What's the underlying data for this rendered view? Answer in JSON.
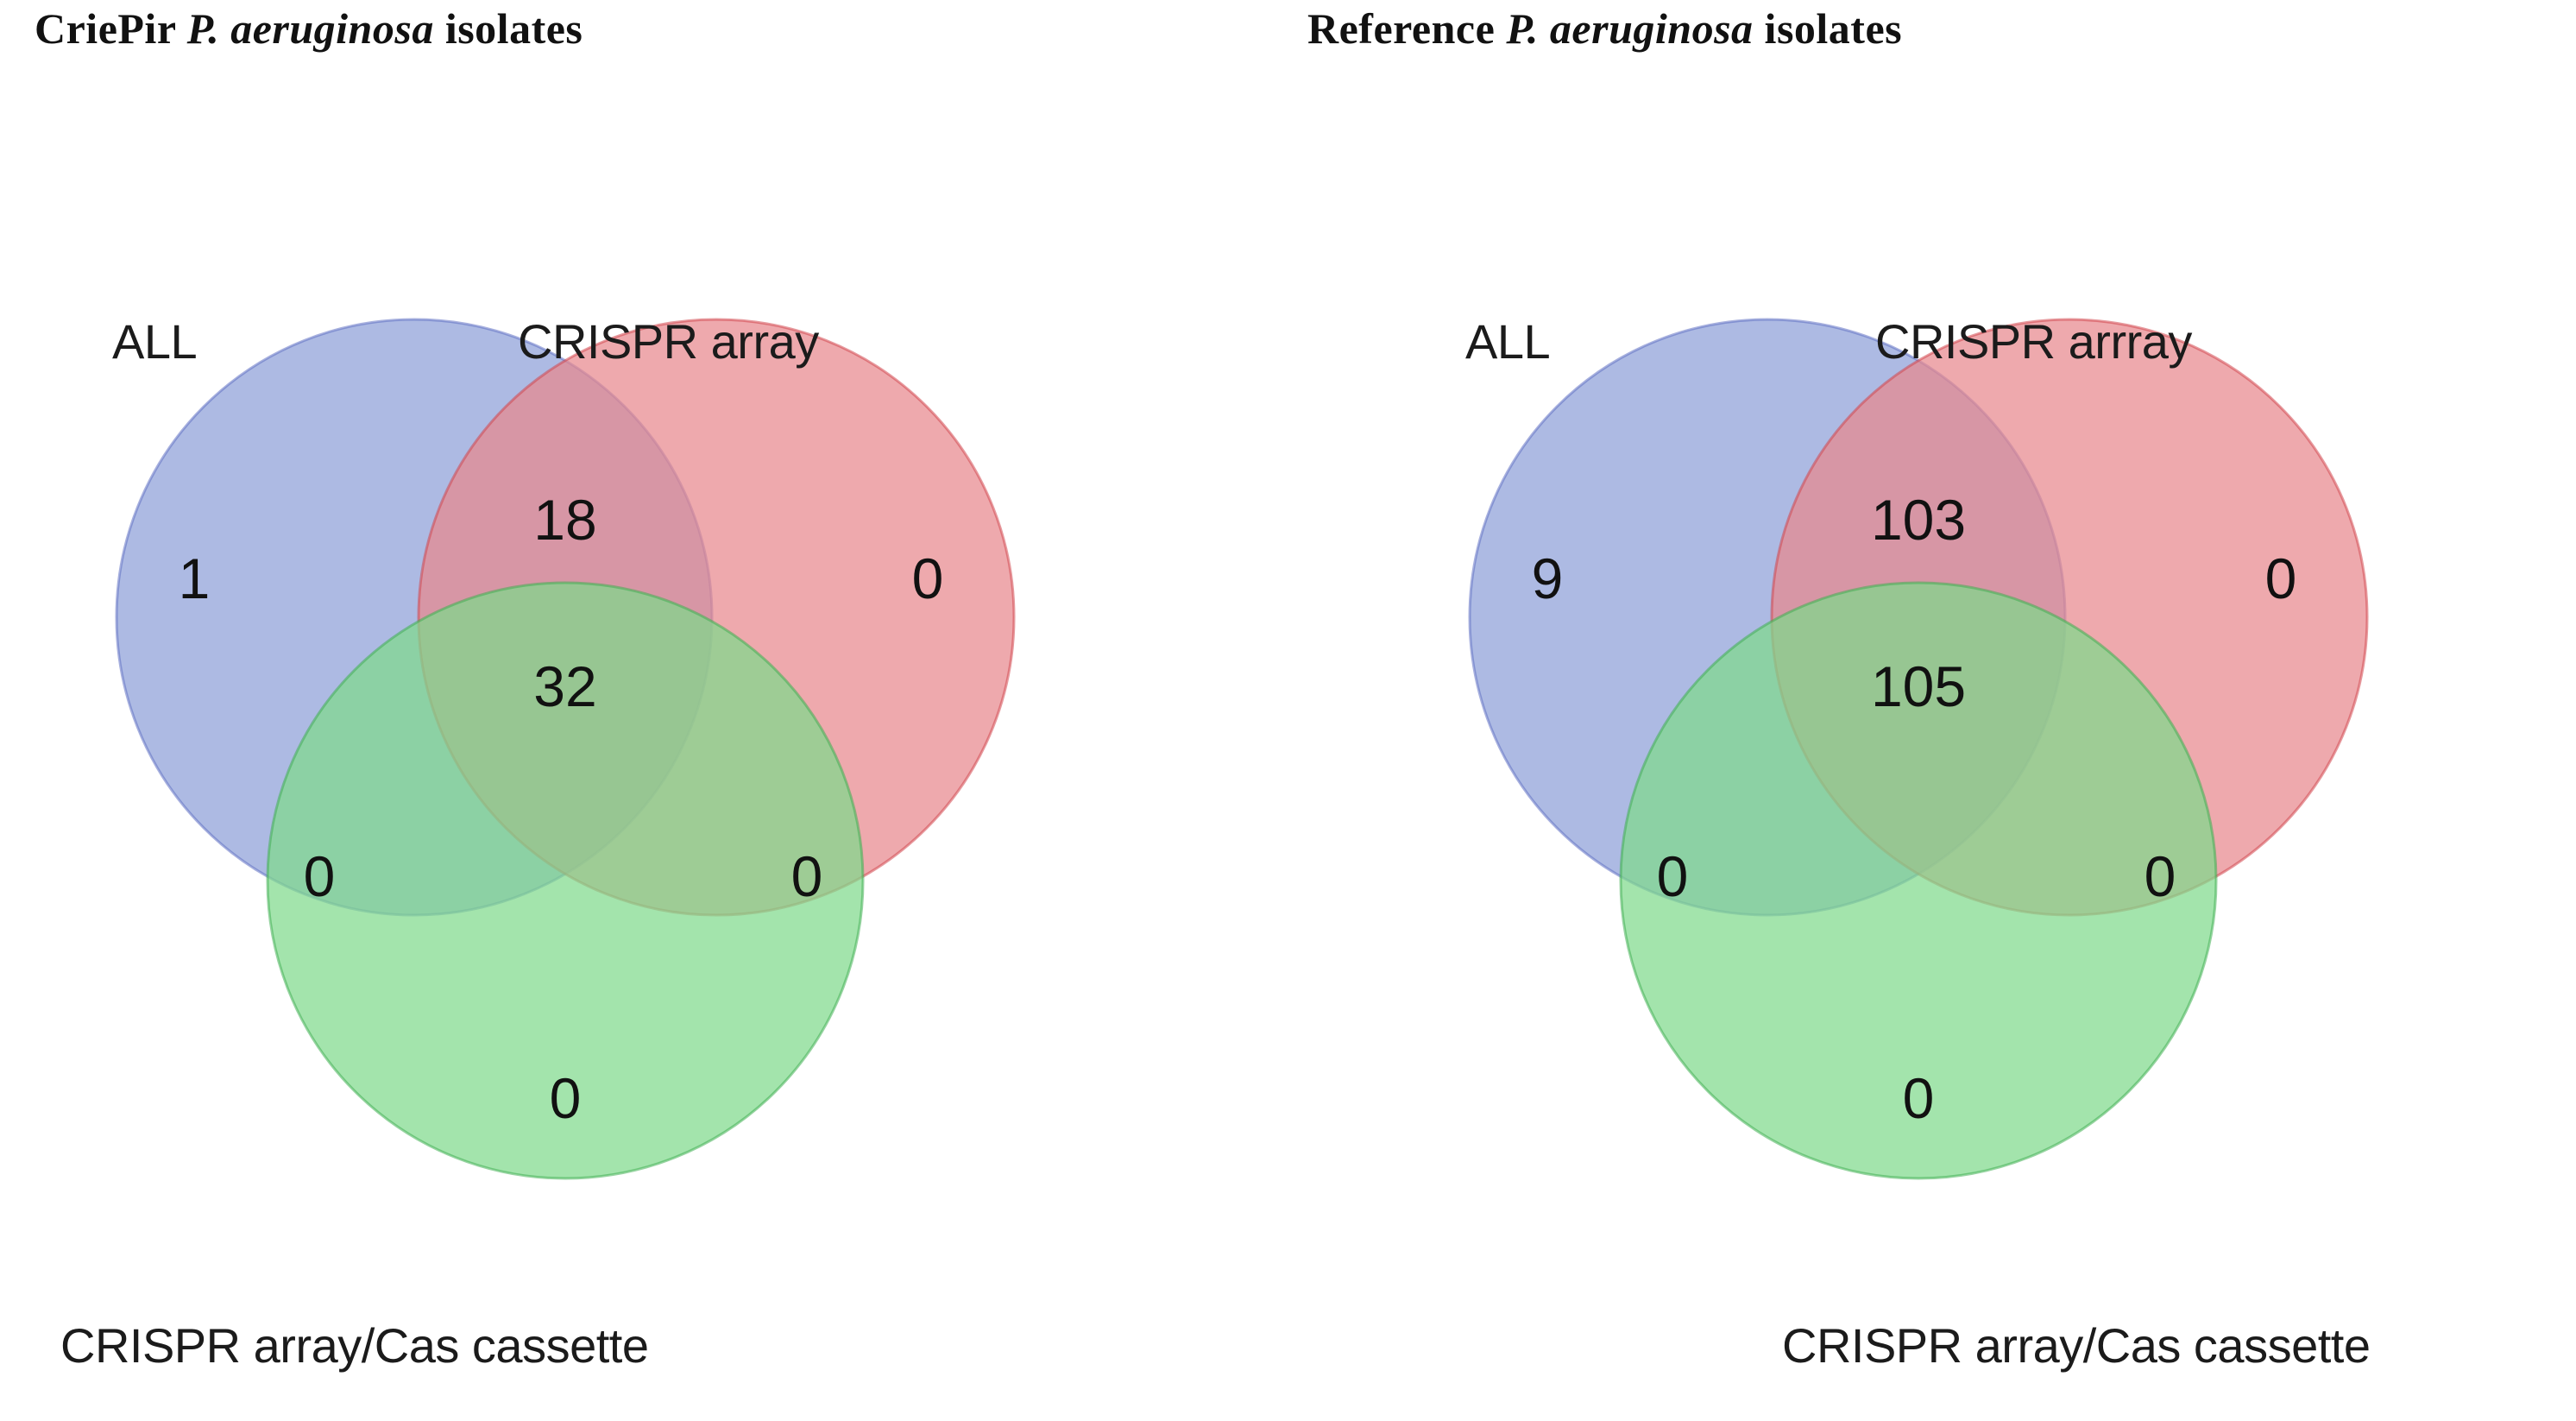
{
  "figure": {
    "background_color": "#ffffff",
    "panel_count": 2
  },
  "colors": {
    "set_all": "#8e9fd8",
    "set_array": "#e8888d",
    "set_cassette": "#7fd98c",
    "text": "#111111"
  },
  "panels": [
    {
      "id": "criepir",
      "title_prefix": "CriePir ",
      "title_species": "P. aeruginosa",
      "title_suffix": " isolates",
      "title_full": "CriePir P. aeruginosa isolates",
      "sets": {
        "all": "ALL",
        "array": "CRISPR array",
        "cassette": "CRISPR array/Cas cassette"
      },
      "counts": {
        "all_only": "1",
        "all_and_array": "18",
        "array_only": "0",
        "all_and_cassette": "0",
        "all_array_cassette": "32",
        "array_and_cassette": "0",
        "cassette_only": "0"
      }
    },
    {
      "id": "reference",
      "title_prefix": "Reference ",
      "title_species": "P. aeruginosa",
      "title_suffix": " isolates",
      "title_full": "Reference P. aeruginosa isolates",
      "sets": {
        "all": "ALL",
        "array": "CRISPR arrray",
        "cassette": "CRISPR array/Cas cassette"
      },
      "counts": {
        "all_only": "9",
        "all_and_array": "103",
        "array_only": "0",
        "all_and_cassette": "0",
        "all_array_cassette": "105",
        "array_and_cassette": "0",
        "cassette_only": "0"
      }
    }
  ],
  "chart_data": {
    "type": "venn",
    "title": "CRISPR element distribution in P. aeruginosa isolates",
    "diagrams": [
      {
        "name": "CriePir P. aeruginosa isolates",
        "sets": [
          "ALL",
          "CRISPR array",
          "CRISPR array/Cas cassette"
        ],
        "regions": {
          "ALL": 1,
          "ALL∩CRISPR array": 18,
          "CRISPR array": 0,
          "ALL∩CRISPR array/Cas cassette": 0,
          "ALL∩CRISPR array∩CRISPR array/Cas cassette": 32,
          "CRISPR array∩CRISPR array/Cas cassette": 0,
          "CRISPR array/Cas cassette": 0
        }
      },
      {
        "name": "Reference P. aeruginosa isolates",
        "sets": [
          "ALL",
          "CRISPR arrray",
          "CRISPR array/Cas cassette"
        ],
        "regions": {
          "ALL": 9,
          "ALL∩CRISPR arrray": 103,
          "CRISPR arrray": 0,
          "ALL∩CRISPR array/Cas cassette": 0,
          "ALL∩CRISPR arrray∩CRISPR array/Cas cassette": 105,
          "CRISPR arrray∩CRISPR array/Cas cassette": 0,
          "CRISPR array/Cas cassette": 0
        }
      }
    ],
    "legend": "none",
    "grid": false
  }
}
